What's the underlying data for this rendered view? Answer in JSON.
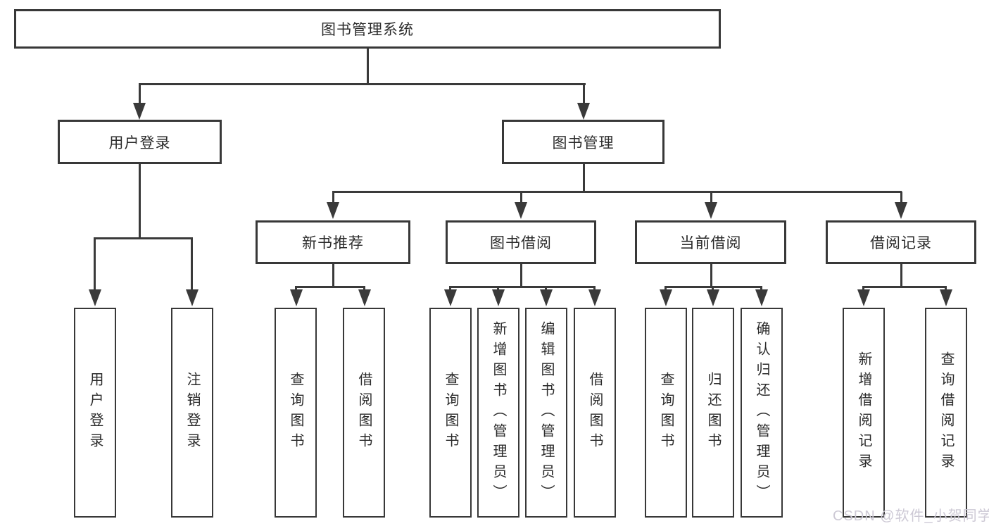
{
  "diagram": {
    "title": "图书管理系统",
    "tree": {
      "root": {
        "label": "图书管理系统"
      },
      "branches": [
        {
          "label": "用户登录",
          "leaves": [
            {
              "label": "用户登录"
            },
            {
              "label": "注销登录"
            }
          ]
        },
        {
          "label": "图书管理",
          "groups": [
            {
              "label": "新书推荐",
              "leaves": [
                {
                  "label": "查询图书"
                },
                {
                  "label": "借阅图书"
                }
              ]
            },
            {
              "label": "图书借阅",
              "leaves": [
                {
                  "label": "查询图书"
                },
                {
                  "label": "新增图书（管理员）"
                },
                {
                  "label": "编辑图书（管理员）"
                },
                {
                  "label": "借阅图书"
                }
              ]
            },
            {
              "label": "当前借阅",
              "leaves": [
                {
                  "label": "查询图书"
                },
                {
                  "label": "归还图书"
                },
                {
                  "label": "确认归还（管理员）"
                }
              ]
            },
            {
              "label": "借阅记录",
              "leaves": [
                {
                  "label": "新增借阅记录"
                },
                {
                  "label": "查询借阅记录"
                }
              ]
            }
          ]
        }
      ]
    },
    "line_color": "#3a3a3a",
    "box_border_color": "#383838",
    "text_color": "#2b2b2b",
    "watermark": {
      "text": "CSDN @软件_小贺同学",
      "color": "#cdc9d5"
    }
  }
}
